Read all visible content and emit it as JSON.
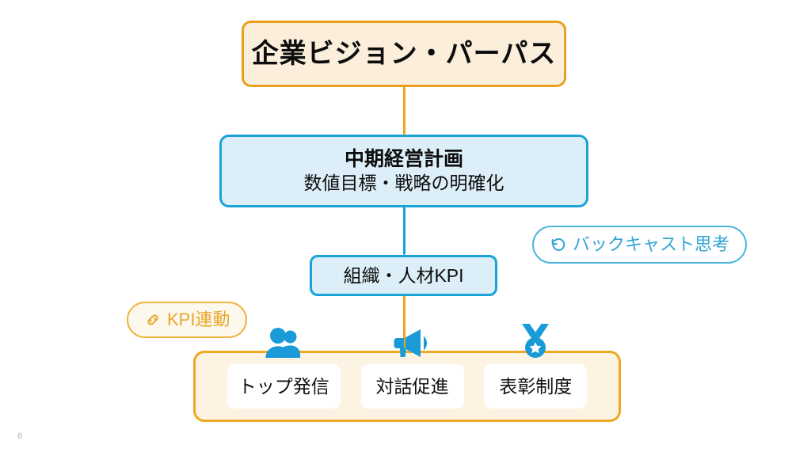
{
  "slide": {
    "number": "6",
    "background_color": "#FFFFFF"
  },
  "colors": {
    "orange_border": "#E8A01E",
    "orange_fill": "#FBEFDC",
    "orange_accent": "#F0A323",
    "blue_border": "#1BA3D6",
    "blue_fill": "#DCEEF8",
    "icon_blue": "#1A9AD7",
    "badge_blue_text": "#33A5D4",
    "badge_orange_text": "#E8A72A",
    "card_white": "#FFFFFF",
    "container_cream": "#FDF3E2"
  },
  "vision": {
    "title": "企業ビジョン・パーパス"
  },
  "plan": {
    "title": "中期経営計画",
    "subtitle": "数値目標・戦略の明確化"
  },
  "kpi": {
    "title": "組織・人材KPI"
  },
  "badges": {
    "backcast": {
      "label": "バックキャスト思考",
      "icon": "counterclockwise-arrow-icon"
    },
    "kpi_link": {
      "label": "KPI連動",
      "icon": "link-chain-icon"
    }
  },
  "actions": {
    "items": [
      {
        "label": "トップ発信",
        "icon": "people-icon"
      },
      {
        "label": "対話促進",
        "icon": "megaphone-icon"
      },
      {
        "label": "表彰制度",
        "icon": "medal-icon"
      }
    ]
  },
  "connectors": [
    {
      "name": "vision-to-plan",
      "color": "#F0A323"
    },
    {
      "name": "plan-to-kpi",
      "color": "#1BA3D6"
    },
    {
      "name": "kpi-to-actions",
      "color": "#F0A323"
    }
  ]
}
